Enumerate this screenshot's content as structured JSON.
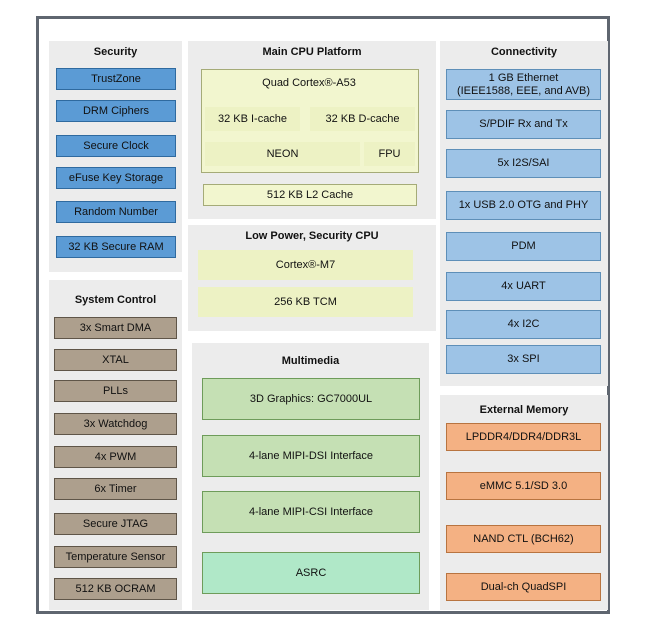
{
  "security": {
    "title": "Security",
    "items": [
      "TrustZone",
      "DRM Ciphers",
      "Secure Clock",
      "eFuse Key Storage",
      "Random Number",
      "32 KB Secure RAM"
    ]
  },
  "main_cpu": {
    "title": "Main CPU Platform",
    "core": "Quad Cortex®-A53",
    "icache": "32 KB I-cache",
    "dcache": "32 KB D-cache",
    "neon": "NEON",
    "fpu": "FPU",
    "l2": "512 KB L2 Cache"
  },
  "low_power_cpu": {
    "title": "Low Power, Security CPU",
    "core": "Cortex®-M7",
    "tcm": "256 KB TCM"
  },
  "connectivity": {
    "title": "Connectivity",
    "items": [
      {
        "line1": "1 GB Ethernet",
        "line2": "(IEEE1588, EEE, and AVB)"
      },
      {
        "line1": "S/PDIF Rx and Tx"
      },
      {
        "line1": "5x I2S/SAI"
      },
      {
        "line1": "1x USB 2.0 OTG and PHY"
      },
      {
        "line1": "PDM"
      },
      {
        "line1": "4x UART"
      },
      {
        "line1": "4x I2C"
      },
      {
        "line1": "3x SPI"
      }
    ]
  },
  "system_control": {
    "title": "System Control",
    "items": [
      "3x Smart DMA",
      "XTAL",
      "PLLs",
      "3x Watchdog",
      "4x PWM",
      "6x Timer",
      "Secure JTAG",
      "Temperature Sensor",
      "512 KB OCRAM"
    ]
  },
  "multimedia": {
    "title": "Multimedia",
    "items": [
      "3D Graphics: GC7000UL",
      "4-lane MIPI-DSI Interface",
      "4-lane MIPI-CSI Interface",
      "ASRC"
    ]
  },
  "external_memory": {
    "title": "External Memory",
    "items": [
      "LPDDR4/DDR4/DDR3L",
      "eMMC 5.1/SD 3.0",
      "NAND CTL (BCH62)",
      "Dual-ch QuadSPI"
    ]
  }
}
